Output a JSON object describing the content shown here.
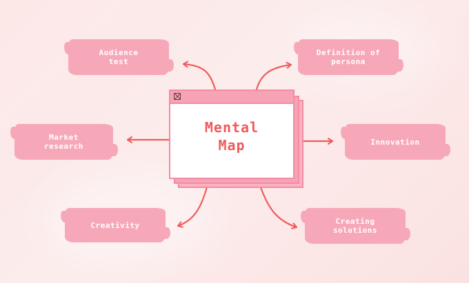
{
  "center": {
    "line1": "Mental",
    "line2": "Map"
  },
  "nodes": {
    "audience_test": "Audience\ntest",
    "definition_of_persona": "Definition of\npersona",
    "market_research": "Market\nresearch",
    "innovation": "Innovation",
    "creativity": "Creativity",
    "creating_solutions": "Creating\nsolutions"
  },
  "colors": {
    "node_fill": "#f7a8b8",
    "arrow": "#ef5a5a",
    "title_text": "#ef5a5a",
    "window_border": "#f28ba3"
  }
}
